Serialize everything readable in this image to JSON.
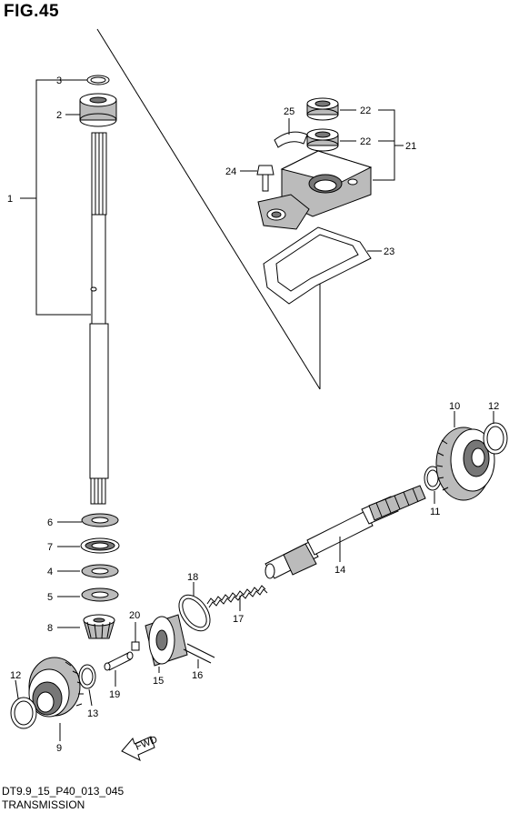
{
  "figure": {
    "title": "FIG.45",
    "code": "DT9.9_15_P40_013_045",
    "caption": "TRANSMISSION"
  },
  "callouts": {
    "c1": "1",
    "c2": "2",
    "c3": "3",
    "c4": "4",
    "c5": "5",
    "c6": "6",
    "c7": "7",
    "c8": "8",
    "c9": "9",
    "c10": "10",
    "c11": "11",
    "c12a": "12",
    "c12b": "12",
    "c13": "13",
    "c14": "14",
    "c15": "15",
    "c16": "16",
    "c17": "17",
    "c18": "18",
    "c19": "19",
    "c20": "20",
    "c21": "21",
    "c22a": "22",
    "c22b": "22",
    "c23": "23",
    "c24": "24",
    "c25": "25"
  },
  "direction_arrow": {
    "label": "FWD"
  }
}
